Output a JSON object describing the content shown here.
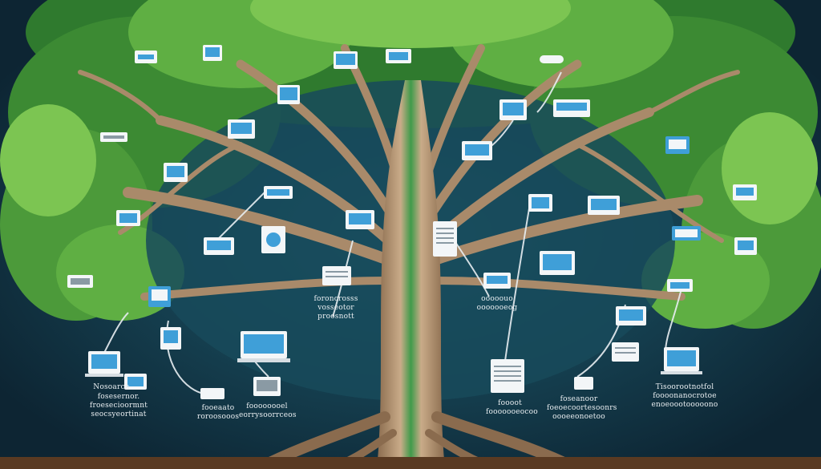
{
  "scene": {
    "colors": {
      "background_dark": "#0d2533",
      "background_glow": "#1f5f72",
      "foliage_dark": "#2f7a2e",
      "foliage_mid": "#4c9a3a",
      "foliage_light": "#7cc552",
      "bark": "#8a6b4e",
      "bark_light": "#c9ab88",
      "trunk_green": "#3f9b4a",
      "ground": "#5a3a22",
      "card_blue": "#3f9fd8",
      "card_white": "#f3f6f8",
      "connector": "#e8eef2"
    },
    "captions": {
      "left_bottom_1": "Nosoarch",
      "left_bottom_2": "fosesernor. froesecioormnt\nseocsyeortinat",
      "left_mid": "foroncrosss\nvosseotor proosnott",
      "center_left_low_1": "fooeaato\nroroosooos",
      "center_left_low_2": "foooooooel\neorrysoorrceos",
      "center_right_mid": "ooooouo\nooooooeog",
      "right_low_1": "foooot\nfooooooeocoo",
      "right_low_2": "foseanoor\nfoeoecoortesoonrs\noooeeonoetoo",
      "right_bottom": "Tisoorootnotfol\nfoooonanocrotoe\nenoeoootooooono"
    }
  }
}
